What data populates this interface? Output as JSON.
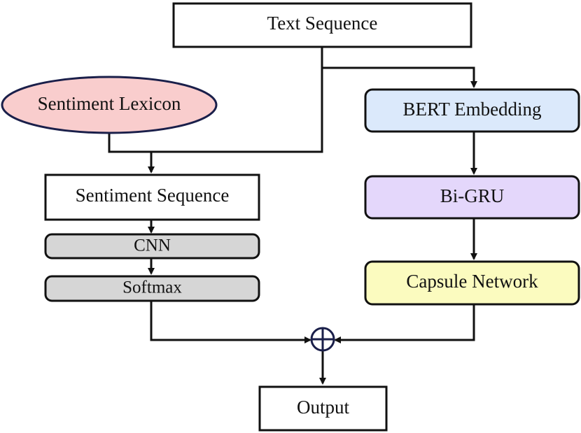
{
  "nodes": {
    "text_sequence": {
      "label": "Text Sequence"
    },
    "sentiment_lexicon": {
      "label": "Sentiment Lexicon",
      "fill": "#f9cdcd"
    },
    "bert_embedding": {
      "label": "BERT Embedding",
      "fill": "#dbe9fb"
    },
    "sentiment_sequence": {
      "label": "Sentiment Sequence"
    },
    "bi_gru": {
      "label": "Bi-GRU",
      "fill": "#e4d7fb"
    },
    "cnn": {
      "label": "CNN",
      "fill": "#d6d6d6"
    },
    "softmax": {
      "label": "Softmax",
      "fill": "#d6d6d6"
    },
    "capsule_network": {
      "label": "Capsule Network",
      "fill": "#fbfbbf"
    },
    "output": {
      "label": "Output"
    }
  },
  "fusion_operator": {
    "symbol": "⊕",
    "meaning": "element-wise addition"
  },
  "colors": {
    "stroke": "#111111",
    "fusion_stroke": "#1a1f4a",
    "background": "#ffffff"
  }
}
